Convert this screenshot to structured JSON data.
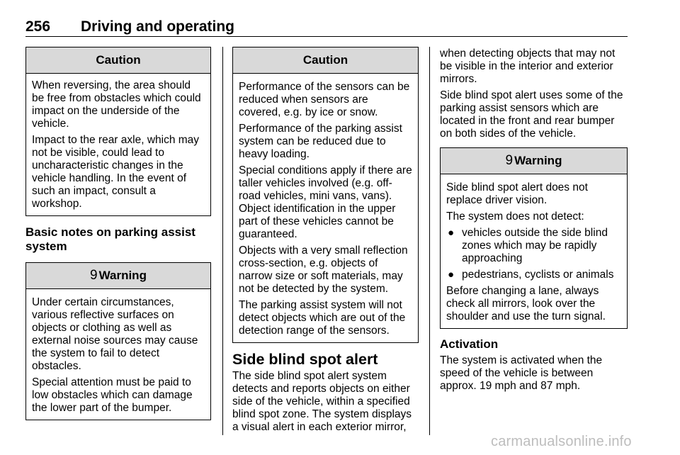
{
  "header": {
    "page_number": "256",
    "title": "Driving and operating"
  },
  "col1": {
    "caution": {
      "heading": "Caution",
      "paragraphs": [
        "When reversing, the area should be free from obstacles which could impact on the underside of the vehicle.",
        "Impact to the rear axle, which may not be visible, could lead to uncharacteristic changes in the vehicle handling. In the event of such an impact, consult a workshop."
      ]
    },
    "section_heading": "Basic notes on parking assist system",
    "warning": {
      "symbol": "9",
      "heading": "Warning",
      "paragraphs": [
        "Under certain circumstances, various reflective surfaces on objects or clothing as well as external noise sources may cause the system to fail to detect obstacles.",
        "Special attention must be paid to low obstacles which can damage the lower part of the bumper."
      ]
    }
  },
  "col2": {
    "caution": {
      "heading": "Caution",
      "paragraphs": [
        "Performance of the sensors can be reduced when sensors are covered, e.g. by ice or snow.",
        "Performance of the parking assist system can be reduced due to heavy loading.",
        "Special conditions apply if there are taller vehicles involved (e.g. off-road vehicles, mini vans, vans). Object identification in the upper part of these vehicles cannot be guaranteed.",
        "Objects with a very small reflection cross-section, e.g. objects of narrow size or soft materials, may not be detected by the system.",
        "The parking assist system will not detect objects which are out of the detection range of the sensors."
      ]
    },
    "section_heading": "Side blind spot alert",
    "body": "The side blind spot alert system detects and reports objects on either side of the vehicle, within a specified blind spot zone. The system displays a visual alert in each exterior mirror,"
  },
  "col3": {
    "body": [
      "when detecting objects that may not be visible in the interior and exterior mirrors.",
      "Side blind spot alert uses some of the parking assist sensors which are located in the front and rear bumper on both sides of the vehicle."
    ],
    "warning": {
      "symbol": "9",
      "heading": "Warning",
      "paragraphs": [
        "Side blind spot alert does not replace driver vision.",
        "The system does not detect:"
      ],
      "bullets": [
        "vehicles outside the side blind zones which may be rapidly approaching",
        "pedestrians, cyclists or animals"
      ],
      "after": "Before changing a lane, always check all mirrors, look over the shoulder and use the turn signal."
    },
    "section_heading": "Activation",
    "activation_text": "The system is activated when the speed of the vehicle is between approx. 19 mph and 87 mph."
  },
  "watermark": "carmanualsonline.info"
}
